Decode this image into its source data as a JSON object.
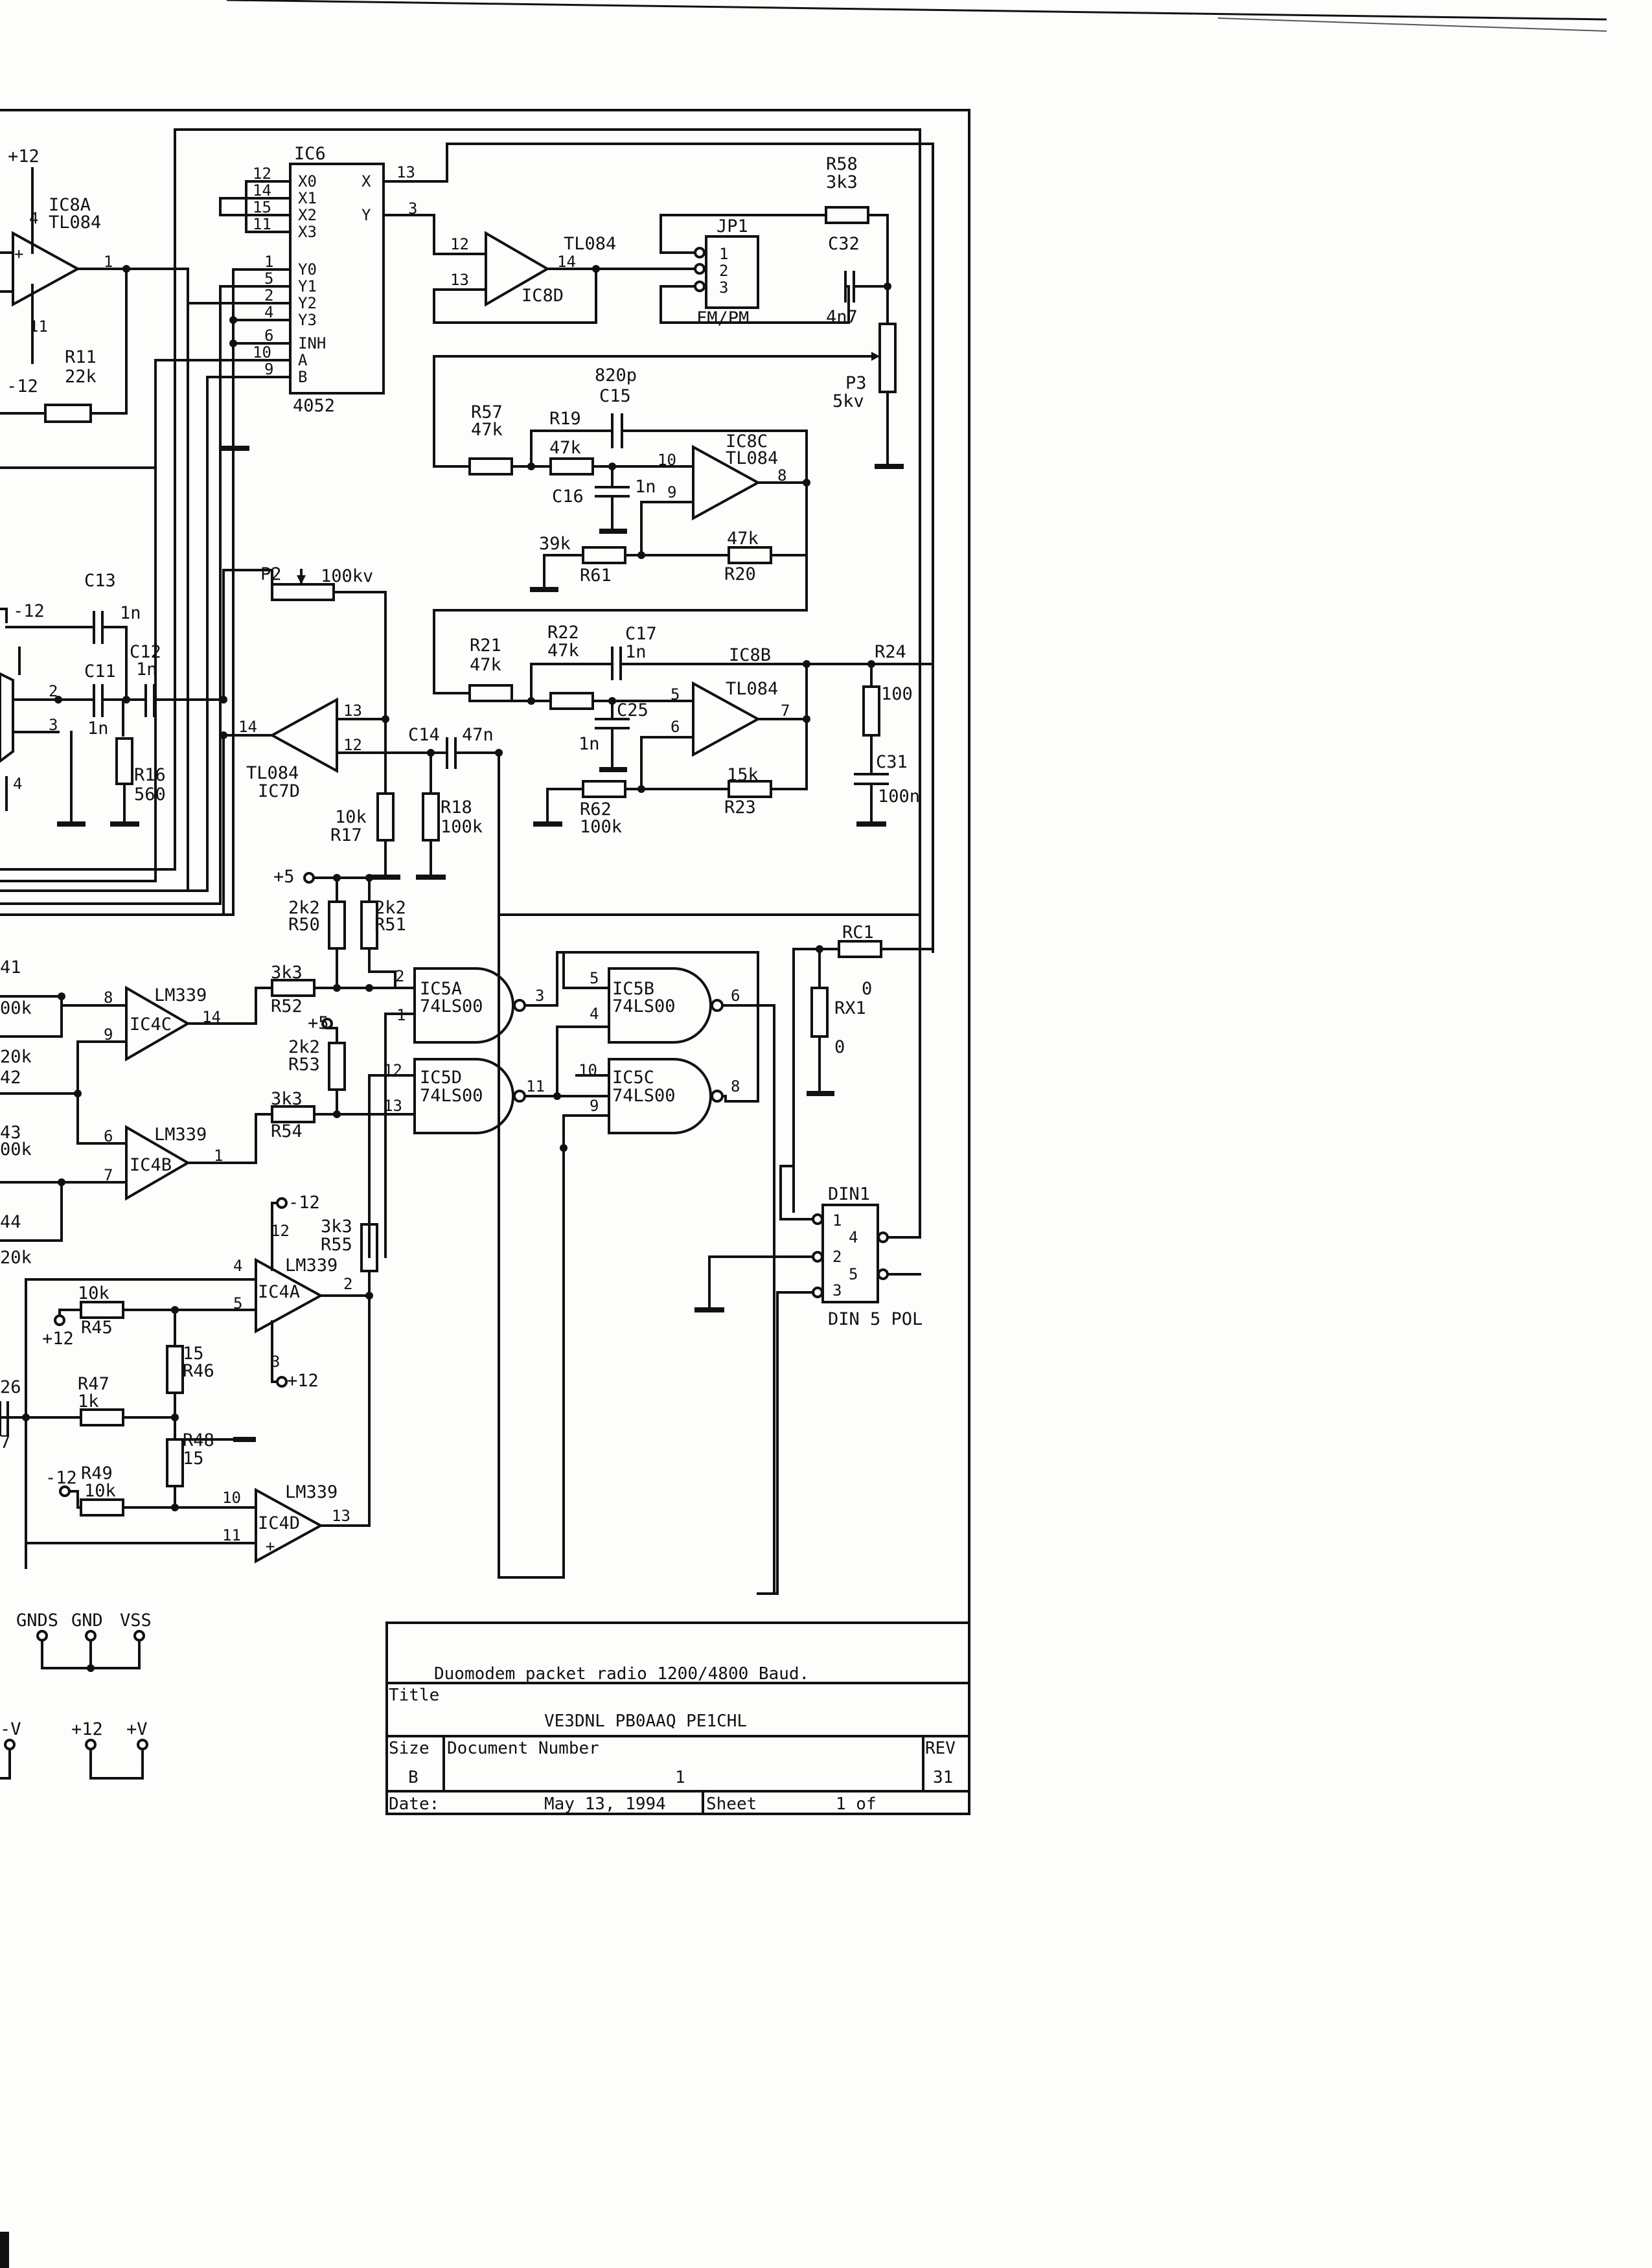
{
  "title_block": {
    "project": "Duomodem packet radio 1200/4800 Baud.",
    "title_label": "Title",
    "title": "VE3DNL PB0AAQ PE1CHL",
    "size_label": "Size",
    "size": "B",
    "docnum_label": "Document Number",
    "docnum": "1",
    "rev_label": "REV",
    "rev": "31",
    "date_label": "Date:",
    "date": "May 13, 1994",
    "sheet_label": "Sheet",
    "sheet": "1 of"
  },
  "components": {
    "ic6": {
      "ref": "IC6",
      "part": "4052",
      "pins": {
        "x0": "X0",
        "x1": "X1",
        "x2": "X2",
        "x3": "X3",
        "x": "X",
        "y": "Y",
        "y0": "Y0",
        "y1": "Y1",
        "y2": "Y2",
        "y3": "Y3",
        "inh": "INH",
        "a": "A",
        "b": "B"
      },
      "pin_nums": {
        "p12": "12",
        "p14": "14",
        "p15": "15",
        "p11": "11",
        "p1": "1",
        "p5": "5",
        "p2": "2",
        "p4": "4",
        "p6": "6",
        "p10": "10",
        "p9": "9",
        "p13": "13",
        "p3": "3"
      }
    },
    "ic8a": {
      "ref": "IC8A",
      "part": "TL084",
      "pin_out": "1",
      "pin_v": "4",
      "pin_g": "11"
    },
    "ic8d": {
      "ref": "IC8D",
      "part": "TL084",
      "pin_in1": "12",
      "pin_in2": "13",
      "pin_out": "14"
    },
    "ic8c": {
      "ref": "IC8C",
      "part": "TL084",
      "pin_in1": "10",
      "pin_in2": "9",
      "pin_out": "8"
    },
    "ic8b": {
      "ref": "IC8B",
      "part": "TL084",
      "pin_in1": "5",
      "pin_in2": "6",
      "pin_out": "7"
    },
    "ic7d": {
      "ref": "IC7D",
      "part": "TL084",
      "pin_in1": "13",
      "pin_in2": "12",
      "pin_out": "14"
    },
    "ic4c": {
      "ref": "IC4C",
      "part": "LM339",
      "pin_in1": "8",
      "pin_in2": "9",
      "pin_out": "14"
    },
    "ic4b": {
      "ref": "IC4B",
      "part": "LM339",
      "pin_in1": "6",
      "pin_in2": "7",
      "pin_out": "1"
    },
    "ic4a": {
      "ref": "IC4A",
      "part": "LM339",
      "pin_in1": "4",
      "pin_in2": "5",
      "pin_out": "2",
      "pin_v": "12",
      "pin_g": "3"
    },
    "ic4d": {
      "ref": "IC4D",
      "part": "LM339",
      "pin_in1": "10",
      "pin_in2": "11",
      "pin_out": "13"
    },
    "ic5a": {
      "ref": "IC5A",
      "part": "74LS00",
      "pin_in1": "2",
      "pin_in2": "1",
      "pin_out": "3"
    },
    "ic5b": {
      "ref": "IC5B",
      "part": "74LS00",
      "pin_in1": "5",
      "pin_in2": "4",
      "pin_out": "6"
    },
    "ic5d": {
      "ref": "IC5D",
      "part": "74LS00",
      "pin_in1": "12",
      "pin_in2": "13",
      "pin_out": "11"
    },
    "ic5c": {
      "ref": "IC5C",
      "part": "74LS00",
      "pin_in1": "10",
      "pin_in2": "9",
      "pin_out": "8"
    },
    "jp1": {
      "ref": "JP1",
      "label": "FM/PM",
      "p1": "1",
      "p2": "2",
      "p3": "3"
    },
    "din1": {
      "ref": "DIN1",
      "label": "DIN 5 POL",
      "p1": "1",
      "p2": "2",
      "p3": "3",
      "p4": "4",
      "p5": "5"
    },
    "r58": {
      "ref": "R58",
      "value": "3k3"
    },
    "c32": {
      "ref": "C32",
      "value": "4n7"
    },
    "p3": {
      "ref": "P3",
      "value": "5kv"
    },
    "r11": {
      "ref": "R11",
      "value": "22k"
    },
    "c15": {
      "ref": "C15",
      "value": "820p"
    },
    "r57": {
      "ref": "R57",
      "value": "47k"
    },
    "r19": {
      "ref": "R19",
      "value": "47k"
    },
    "c16": {
      "ref": "C16",
      "value": "1n"
    },
    "r61": {
      "ref": "R61",
      "value": "39k"
    },
    "r20": {
      "ref": "R20",
      "value": "47k"
    },
    "c13": {
      "ref": "C13",
      "value": "1n"
    },
    "c12": {
      "ref": "C12",
      "value": "1n"
    },
    "c11": {
      "ref": "C11",
      "value": "1n"
    },
    "r16": {
      "ref": "R16",
      "value": "560"
    },
    "p2": {
      "ref": "P2",
      "value": "100kv"
    },
    "r17": {
      "ref": "R17",
      "value": "10k"
    },
    "c14": {
      "ref": "C14",
      "value": "47n"
    },
    "r18": {
      "ref": "R18",
      "value": "100k"
    },
    "r21": {
      "ref": "R21",
      "value": "47k"
    },
    "r22": {
      "ref": "R22",
      "value": "47k"
    },
    "c17": {
      "ref": "C17",
      "value": "1n"
    },
    "c25": {
      "ref": "C25",
      "value": "1n"
    },
    "r62": {
      "ref": "R62",
      "value": "100k"
    },
    "r23": {
      "ref": "R23",
      "value": "15k"
    },
    "r24": {
      "ref": "R24",
      "value": "100"
    },
    "c31": {
      "ref": "C31",
      "value": "100n"
    },
    "r50": {
      "ref": "R50",
      "value": "2k2"
    },
    "r51": {
      "ref": "R51",
      "value": "2k2"
    },
    "r52": {
      "ref": "R52",
      "value": "3k3"
    },
    "r53": {
      "ref": "R53",
      "value": "2k2"
    },
    "r54": {
      "ref": "R54",
      "value": "3k3"
    },
    "r55": {
      "ref": "R55",
      "value": "3k3"
    },
    "r45": {
      "ref": "R45",
      "value": "10k"
    },
    "r46": {
      "ref": "R46",
      "value": "15"
    },
    "r47": {
      "ref": "R47",
      "value": "1k"
    },
    "r48": {
      "ref": "R48",
      "value": "15"
    },
    "r49": {
      "ref": "R49",
      "value": "10k"
    },
    "rc1": {
      "ref": "RC1"
    },
    "rx1": {
      "ref": "RX1",
      "value": "0",
      "value2": "0"
    }
  },
  "edge_labels": {
    "r41": "41",
    "r41v": "00k",
    "r42v": "20k",
    "r42": "42",
    "r43": "43",
    "r43v": "00k",
    "r44": "44",
    "r44v": "20k",
    "c26": "26",
    "c26v": "7",
    "pin_ic7_2": "2",
    "pin_ic7_3": "3",
    "pin_ic7_4": "4"
  },
  "rails": {
    "p12": "+12",
    "m12": "-12",
    "p5": "+5",
    "pv": "+V",
    "mv": "-V"
  },
  "supply_pins": {
    "gnds": "GNDS",
    "gnd": "GND",
    "vss": "VSS"
  }
}
